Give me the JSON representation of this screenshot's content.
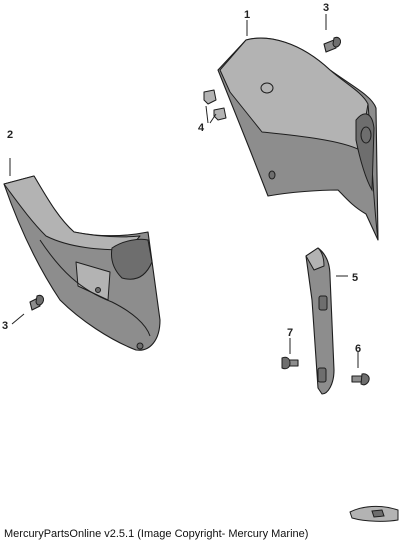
{
  "callouts": {
    "c1": "1",
    "c2": "2",
    "c3a": "3",
    "c3b": "3",
    "c4": "4",
    "c5": "5",
    "c6": "6",
    "c7": "7"
  },
  "footer": {
    "text": "MercuryPartsOnline v2.5.1 (Image Copyright- Mercury Marine)"
  }
}
